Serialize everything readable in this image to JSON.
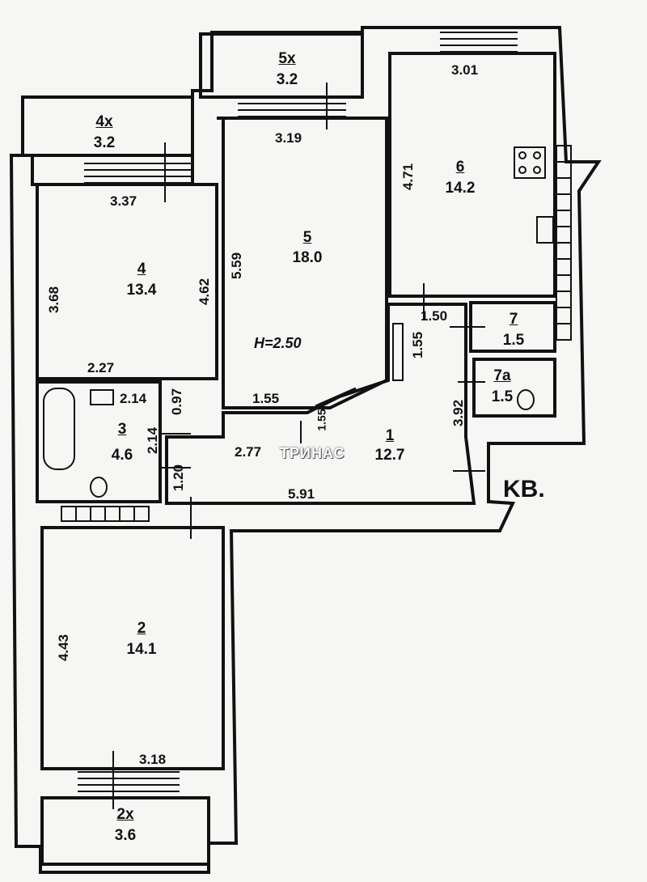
{
  "plan": {
    "apartment_label": "KB.",
    "ceiling_height": "H=2.50",
    "watermark": "ТРИНАС",
    "rooms": [
      {
        "id": "room-1",
        "number": "1",
        "area": "12.7"
      },
      {
        "id": "room-2",
        "number": "2",
        "area": "14.1"
      },
      {
        "id": "room-3",
        "number": "3",
        "area": "4.6"
      },
      {
        "id": "room-4",
        "number": "4",
        "area": "13.4"
      },
      {
        "id": "room-5",
        "number": "5",
        "area": "18.0"
      },
      {
        "id": "room-6",
        "number": "6",
        "area": "14.2"
      },
      {
        "id": "room-7",
        "number": "7",
        "area": "1.5"
      },
      {
        "id": "room-7a",
        "number": "7a",
        "area": "1.5"
      },
      {
        "id": "balcony-2x",
        "number": "2x",
        "area": "3.6"
      },
      {
        "id": "balcony-4x",
        "number": "4x",
        "area": "3.2"
      },
      {
        "id": "balcony-5x",
        "number": "5x",
        "area": "3.2"
      }
    ],
    "dimensions": {
      "d_301": "3.01",
      "d_471": "4.71",
      "d_319": "3.19",
      "d_337": "3.37",
      "d_368": "3.68",
      "d_462": "4.62",
      "d_559": "5.59",
      "d_150": "1.50",
      "d_155a": "1.55",
      "d_155b": "1.55",
      "d_155c": "1.55",
      "d_227": "2.27",
      "d_214a": "2.14",
      "d_214b": "2.14",
      "d_097": "0.97",
      "d_277": "2.77",
      "d_392": "3.92",
      "d_120": "1.20",
      "d_591": "5.91",
      "d_443": "4.43",
      "d_318": "3.18"
    }
  }
}
